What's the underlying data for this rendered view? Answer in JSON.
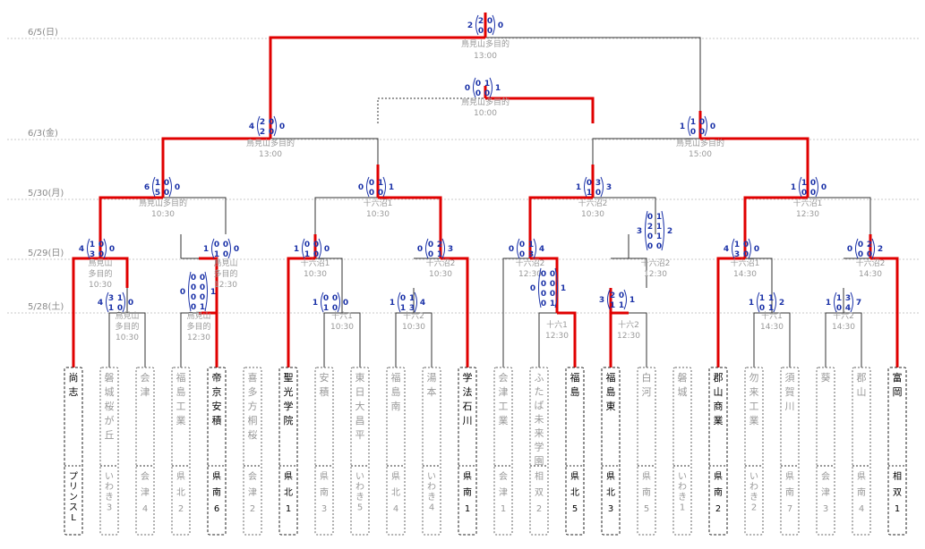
{
  "dates": [
    "6/5(日)",
    "6/3(金)",
    "5/30(月)",
    "5/29(日)",
    "5/28(土)"
  ],
  "teams": [
    {
      "name": "尚志",
      "sub": "プリンスL",
      "win": true
    },
    {
      "name": "磐城桜が丘",
      "sub": "いわき3",
      "win": false
    },
    {
      "name": "会津",
      "sub": "会津4",
      "win": false
    },
    {
      "name": "福島工業",
      "sub": "県北2",
      "win": false
    },
    {
      "name": "帝京安積",
      "sub": "県南6",
      "win": true
    },
    {
      "name": "喜多方桐桜",
      "sub": "会津2",
      "win": false
    },
    {
      "name": "聖光学院",
      "sub": "県北1",
      "win": true
    },
    {
      "name": "安積",
      "sub": "県南3",
      "win": false
    },
    {
      "name": "東日大昌平",
      "sub": "いわき5",
      "win": false
    },
    {
      "name": "福島南",
      "sub": "県北4",
      "win": false
    },
    {
      "name": "湯本",
      "sub": "いわき4",
      "win": false
    },
    {
      "name": "学法石川",
      "sub": "県南1",
      "win": true
    },
    {
      "name": "会津工業",
      "sub": "会津1",
      "win": false
    },
    {
      "name": "ふたば未来学園",
      "sub": "相双2",
      "win": false
    },
    {
      "name": "福島",
      "sub": "県北5",
      "win": true
    },
    {
      "name": "福島東",
      "sub": "県北3",
      "win": true
    },
    {
      "name": "白河",
      "sub": "県南5",
      "win": false
    },
    {
      "name": "磐城",
      "sub": "いわき1",
      "win": false
    },
    {
      "name": "郡山商業",
      "sub": "県南2",
      "win": true
    },
    {
      "name": "勿来工業",
      "sub": "いわき2",
      "win": false
    },
    {
      "name": "須賀川",
      "sub": "県南7",
      "win": false
    },
    {
      "name": "葵",
      "sub": "会津3",
      "win": false
    },
    {
      "name": "郡山",
      "sub": "県南4",
      "win": false
    },
    {
      "name": "富岡",
      "sub": "相双1",
      "win": true
    }
  ],
  "matches": [
    {
      "id": "r1a",
      "venue": [
        "鳥見山",
        "多目的",
        "10:30"
      ],
      "left": "4",
      "right": "0",
      "halves": [
        [
          "3",
          "1"
        ],
        [
          "1",
          "0"
        ]
      ]
    },
    {
      "id": "r1b",
      "venue": [
        "鳥見山",
        "多目的",
        "12:30"
      ],
      "left": "0",
      "right": "1",
      "halves": [
        [
          "0",
          "0",
          "0",
          "0"
        ],
        [
          "0",
          "0",
          "0",
          "1"
        ]
      ]
    },
    {
      "id": "r1c",
      "venue": [
        "十六1",
        "10:30"
      ],
      "left": "1",
      "right": "0",
      "halves": [
        [
          "0",
          "1"
        ],
        [
          "0",
          "0"
        ]
      ]
    },
    {
      "id": "r1d",
      "venue": [
        "十六2",
        "10:30"
      ],
      "left": "1",
      "right": "4",
      "halves": [
        [
          "0",
          "1"
        ],
        [
          "1",
          "3"
        ]
      ]
    },
    {
      "id": "r1e",
      "venue": [
        "十六1",
        "12:30"
      ],
      "left": "0",
      "right": "1",
      "halves": [
        [
          "0",
          "0",
          "0",
          "0"
        ],
        [
          "0",
          "0",
          "0",
          "1"
        ]
      ]
    },
    {
      "id": "r1f",
      "venue": [
        "十六2",
        "12:30"
      ],
      "left": "3",
      "right": "1",
      "halves": [
        [
          "2",
          "1"
        ],
        [
          "0",
          "1"
        ]
      ]
    },
    {
      "id": "r1g",
      "venue": [
        "十六1",
        "14:30"
      ],
      "left": "1",
      "right": "2",
      "halves": [
        [
          "1",
          "0"
        ],
        [
          "1",
          "1"
        ]
      ]
    },
    {
      "id": "r1h",
      "venue": [
        "十六2",
        "14:30"
      ],
      "left": "1",
      "right": "7",
      "halves": [
        [
          "1",
          "0"
        ],
        [
          "3",
          "4"
        ]
      ]
    },
    {
      "id": "r2a",
      "venue": [
        "鳥見山",
        "多目的",
        "10:30"
      ],
      "left": "4",
      "right": "0",
      "halves": [
        [
          "1",
          "3"
        ],
        [
          "0",
          "0"
        ]
      ]
    },
    {
      "id": "r2b",
      "venue": [
        "鳥見山",
        "多目的",
        "12:30"
      ],
      "left": "1",
      "right": "0",
      "halves": [
        [
          "0",
          "1"
        ],
        [
          "0",
          "0"
        ]
      ]
    },
    {
      "id": "r2c",
      "venue": [
        "十六沼1",
        "10:30"
      ],
      "left": "1",
      "right": "0",
      "halves": [
        [
          "0",
          "1"
        ],
        [
          "0",
          "0"
        ]
      ]
    },
    {
      "id": "r2d",
      "venue": [
        "十六沼2",
        "10:30"
      ],
      "left": "0",
      "right": "3",
      "halves": [
        [
          "0",
          "0"
        ],
        [
          "2",
          "1"
        ]
      ]
    },
    {
      "id": "r2e",
      "venue": [
        "十六沼2",
        "12:30"
      ],
      "left": "0",
      "right": "4",
      "halves": [
        [
          "0",
          "0"
        ],
        [
          "1",
          "3"
        ]
      ]
    },
    {
      "id": "r2f",
      "venue": [
        "十六沼2",
        "12:30"
      ],
      "left": "3",
      "right": "2",
      "halves": [
        [
          "0",
          "2",
          "0",
          "0"
        ],
        [
          "1",
          "1",
          "1",
          "0"
        ]
      ]
    },
    {
      "id": "r2g",
      "venue": [
        "十六沼1",
        "14:30"
      ],
      "left": "4",
      "right": "0",
      "halves": [
        [
          "1",
          "3"
        ],
        [
          "0",
          "0"
        ]
      ]
    },
    {
      "id": "r2h",
      "venue": [
        "十六沼2",
        "14:30"
      ],
      "left": "0",
      "right": "2",
      "halves": [
        [
          "0",
          "0"
        ],
        [
          "2",
          "0"
        ]
      ]
    },
    {
      "id": "qfa",
      "venue": [
        "鳥見山多目的",
        "10:30"
      ],
      "left": "6",
      "right": "0",
      "halves": [
        [
          "1",
          "5"
        ],
        [
          "0",
          "0"
        ]
      ]
    },
    {
      "id": "qfb",
      "venue": [
        "十六沼1",
        "10:30"
      ],
      "left": "0",
      "right": "1",
      "halves": [
        [
          "0",
          "0"
        ],
        [
          "1",
          "0"
        ]
      ]
    },
    {
      "id": "qfc",
      "venue": [
        "十六沼2",
        "10:30"
      ],
      "left": "1",
      "right": "3",
      "halves": [
        [
          "0",
          "1"
        ],
        [
          "3",
          "0"
        ]
      ]
    },
    {
      "id": "qfd",
      "venue": [
        "十六沼1",
        "12:30"
      ],
      "left": "1",
      "right": "0",
      "halves": [
        [
          "1",
          "0"
        ],
        [
          "0",
          "0"
        ]
      ]
    },
    {
      "id": "sfa",
      "venue": [
        "鳥見山多目的",
        "13:00"
      ],
      "left": "4",
      "right": "0",
      "halves": [
        [
          "2",
          "2"
        ],
        [
          "0",
          "0"
        ]
      ]
    },
    {
      "id": "sfb",
      "venue": [
        "鳥見山多目的",
        "15:00"
      ],
      "left": "1",
      "right": "0",
      "halves": [
        [
          "1",
          "0"
        ],
        [
          "0",
          "0"
        ]
      ]
    },
    {
      "id": "third",
      "venue": [
        "鳥見山多目的",
        "10:00"
      ],
      "left": "0",
      "right": "1",
      "halves": [
        [
          "0",
          "0"
        ],
        [
          "1",
          "0"
        ]
      ]
    },
    {
      "id": "final",
      "venue": [
        "鳥見山多目的",
        "13:00"
      ],
      "left": "2",
      "right": "0",
      "halves": [
        [
          "2",
          "0"
        ],
        [
          "0",
          "0"
        ]
      ]
    }
  ]
}
